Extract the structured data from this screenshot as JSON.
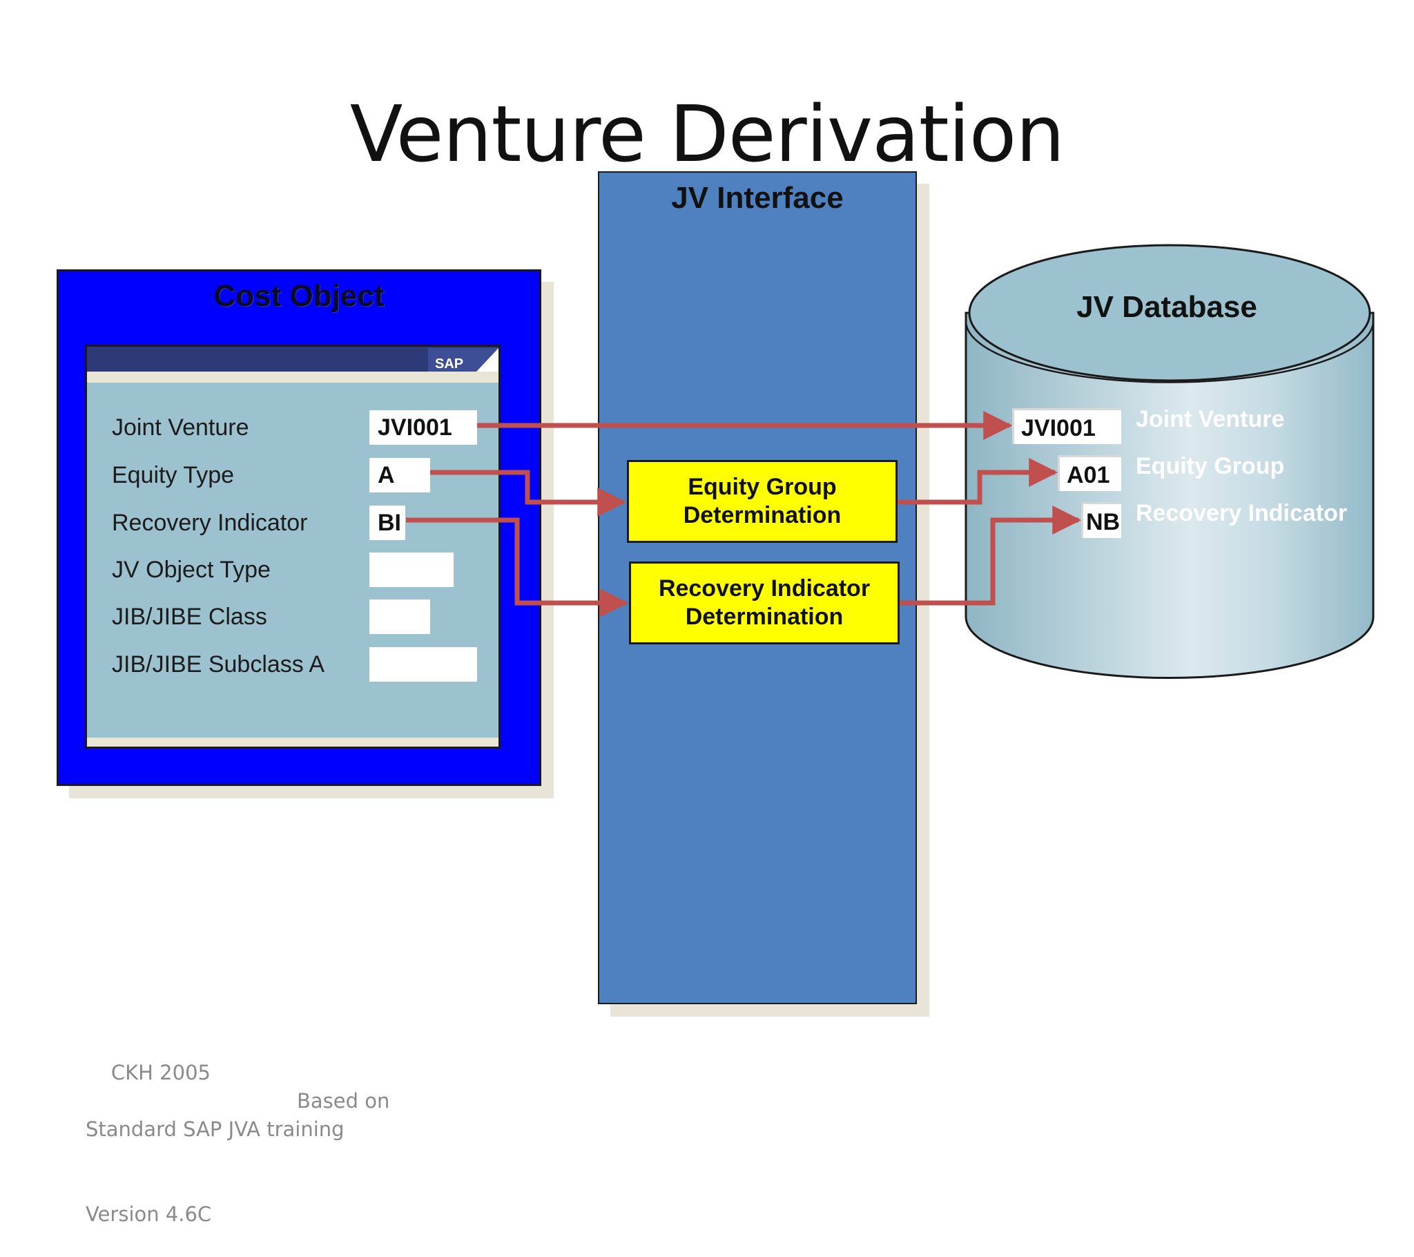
{
  "slide": {
    "title": "Venture Derivation"
  },
  "jv_interface": {
    "title": "JV Interface",
    "equity_group_box": [
      "Equity Group",
      "Determination"
    ],
    "recovery_indicator_box": [
      "Recovery Indicator",
      "Determination"
    ]
  },
  "cost_object": {
    "title": "Cost Object",
    "logo_text": "SAP",
    "fields": [
      {
        "label": "Joint Venture",
        "value": "JVI001"
      },
      {
        "label": "Equity Type",
        "value": "A"
      },
      {
        "label": "Recovery Indicator",
        "value": "BI"
      },
      {
        "label": "JV Object Type",
        "value": ""
      },
      {
        "label": "JIB/JIBE Class",
        "value": ""
      },
      {
        "label": "JIB/JIBE Subclass A",
        "value": ""
      }
    ]
  },
  "jv_database": {
    "title": "JV Database",
    "fields": [
      {
        "label": "Joint Venture",
        "value": "JVI001"
      },
      {
        "label": "Equity Group",
        "value": "A01"
      },
      {
        "label": "Recovery Indicator",
        "value": "NB"
      }
    ]
  },
  "footer": {
    "line1_left": "CKH 2005",
    "line1_right": "Based on",
    "line2": "Standard SAP JVA training",
    "line3": "Version 4.6C"
  },
  "colors": {
    "arrow": "#c0504d",
    "interface": "#4f81c1",
    "cost_object": "#0000ff",
    "determination_box": "#ffff00",
    "database": "#9cc1cf"
  }
}
